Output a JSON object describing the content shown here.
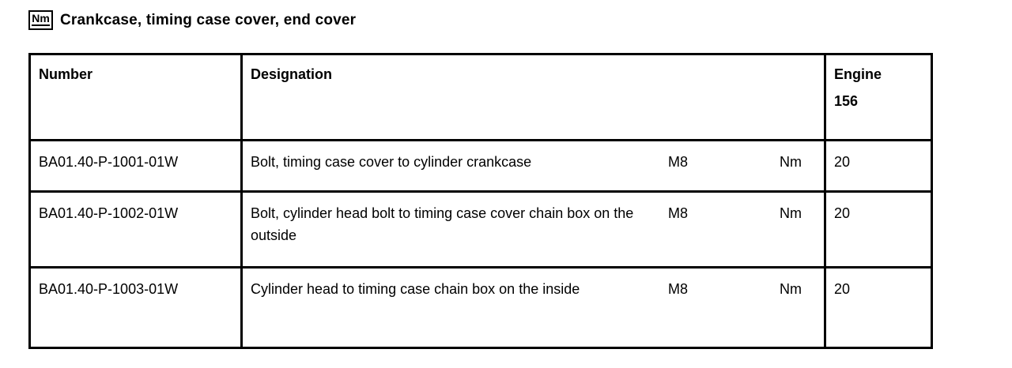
{
  "page": {
    "icon": "Nm",
    "title": "Crankcase, timing case cover, end cover"
  },
  "table": {
    "headers": {
      "number": "Number",
      "designation": "Designation",
      "engine_line1": "Engine",
      "engine_line2": "156"
    },
    "rows": [
      {
        "number": "BA01.40-P-1001-01W",
        "designation": "Bolt, timing case cover to cylinder crankcase",
        "thread": "M8",
        "unit": "Nm",
        "value": "20"
      },
      {
        "number": "BA01.40-P-1002-01W",
        "designation": "Bolt, cylinder head bolt to timing case cover chain box on the outside",
        "thread": "M8",
        "unit": "Nm",
        "value": "20"
      },
      {
        "number": "BA01.40-P-1003-01W",
        "designation": "Cylinder head to timing case chain box on the inside",
        "thread": "M8",
        "unit": "Nm",
        "value": "20"
      }
    ]
  },
  "colors": {
    "text": "#000000",
    "border": "#000000",
    "background": "#ffffff"
  }
}
